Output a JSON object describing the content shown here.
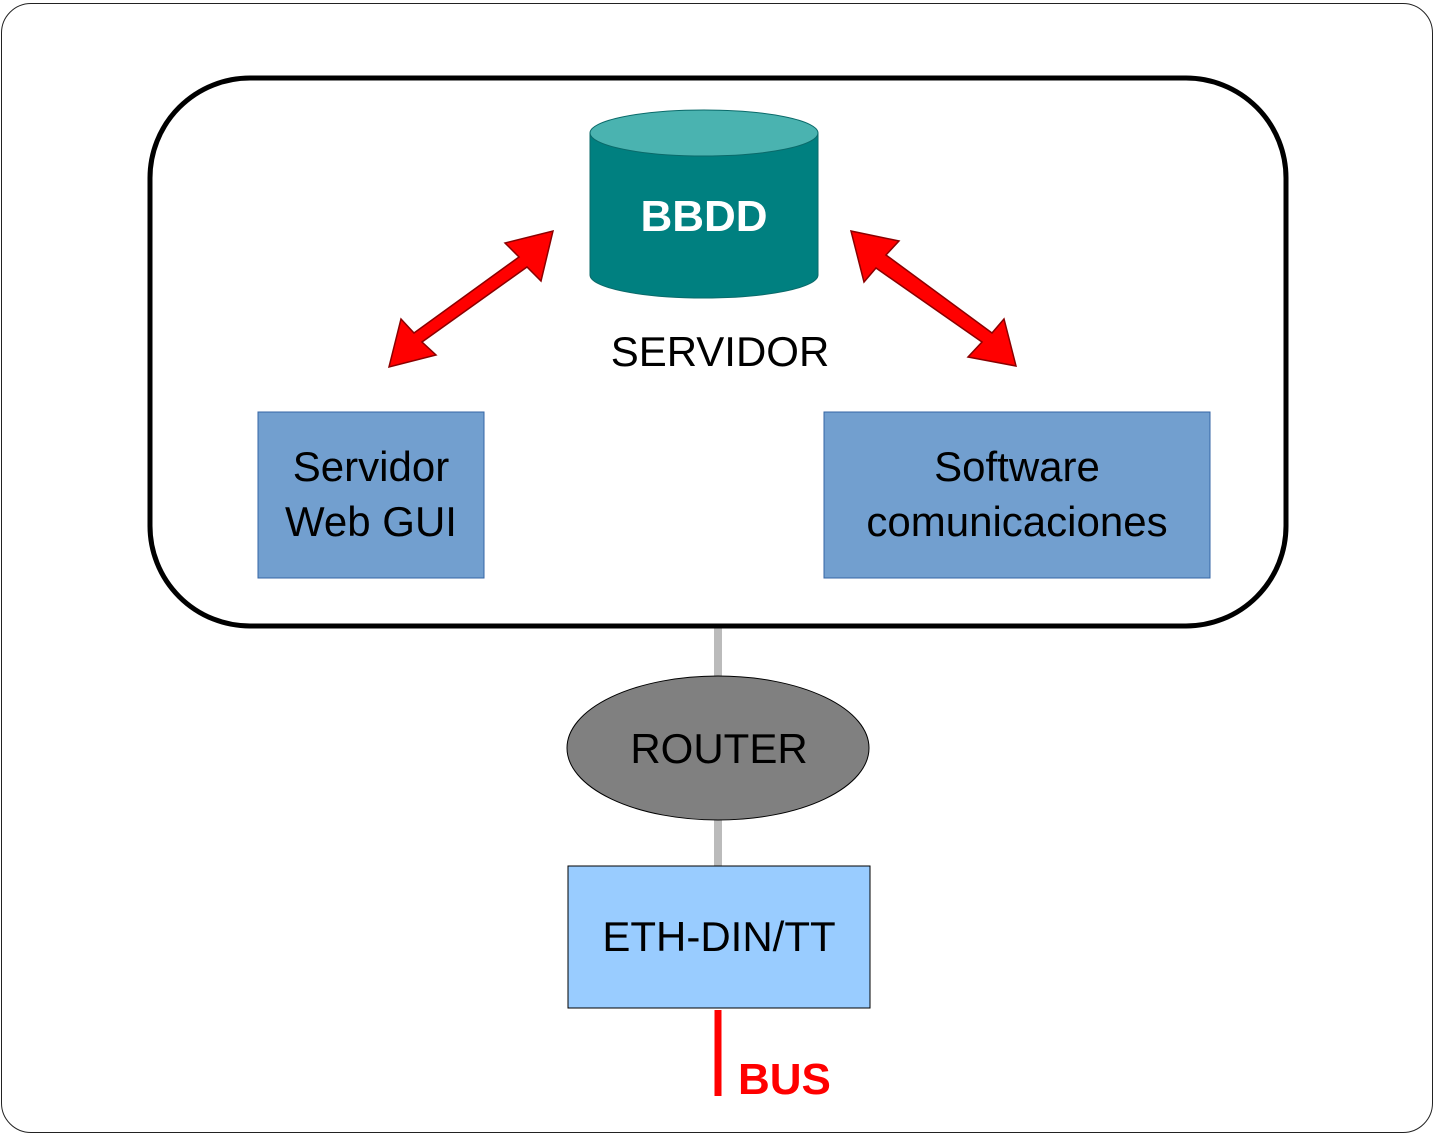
{
  "diagram": {
    "database": {
      "label": "BBDD",
      "fill_color": "#008080",
      "top_color": "#4AB3B0"
    },
    "server_group": {
      "label": "SERVIDOR"
    },
    "web_gui_box": {
      "label": "Servidor\nWeb GUI",
      "fill_color": "#729FCF"
    },
    "comms_box": {
      "label": "Software\ncomunicaciones",
      "fill_color": "#729FCF"
    },
    "router": {
      "label": "ROUTER",
      "fill_color": "#808080"
    },
    "eth_din_box": {
      "label": "ETH-DIN/TT",
      "fill_color": "#99CCFF"
    },
    "bus": {
      "label": "BUS",
      "color": "#FF0000"
    },
    "arrow_color": "#FF0000",
    "link_color": "#BBBBBB"
  }
}
